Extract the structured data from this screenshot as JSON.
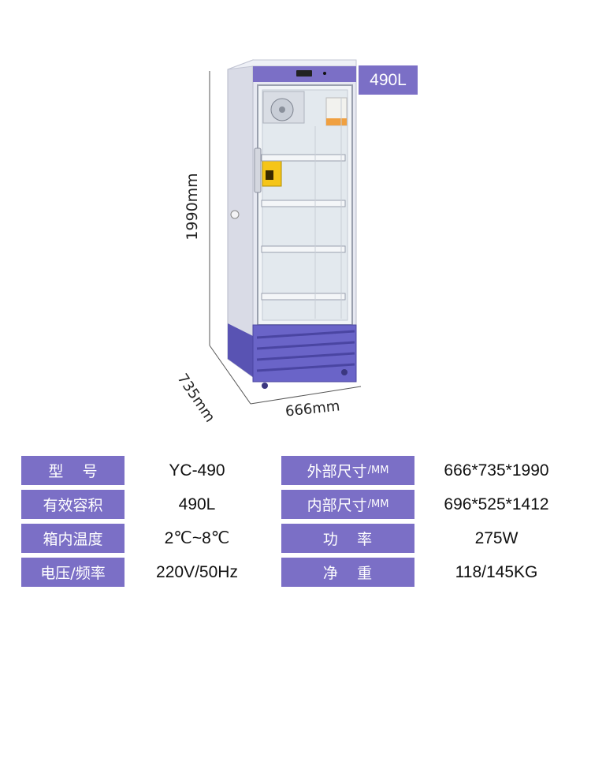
{
  "product": {
    "capacity_badge": "490L",
    "dim_height": "1990mm",
    "dim_depth": "735mm",
    "dim_width": "666mm",
    "colors": {
      "accent": "#7b6fc6",
      "cabinet": "#e9eaf2",
      "base": "#6a64c8"
    }
  },
  "specs": {
    "rows": [
      {
        "label_l": "型    号",
        "value_l": "YC-490",
        "label_r": "外部尺寸",
        "unit_r": "/MM",
        "value_r": "666*735*1990"
      },
      {
        "label_l": "有效容积",
        "value_l": "490L",
        "label_r": "内部尺寸",
        "unit_r": "/MM",
        "value_r": "696*525*1412"
      },
      {
        "label_l": "箱内温度",
        "value_l": "2℃~8℃",
        "label_r": "功    率",
        "unit_r": "",
        "value_r": "275W"
      },
      {
        "label_l": "电压/频率",
        "value_l": "220V/50Hz",
        "label_r": "净    重",
        "unit_r": "",
        "value_r": "118/145KG"
      }
    ]
  }
}
